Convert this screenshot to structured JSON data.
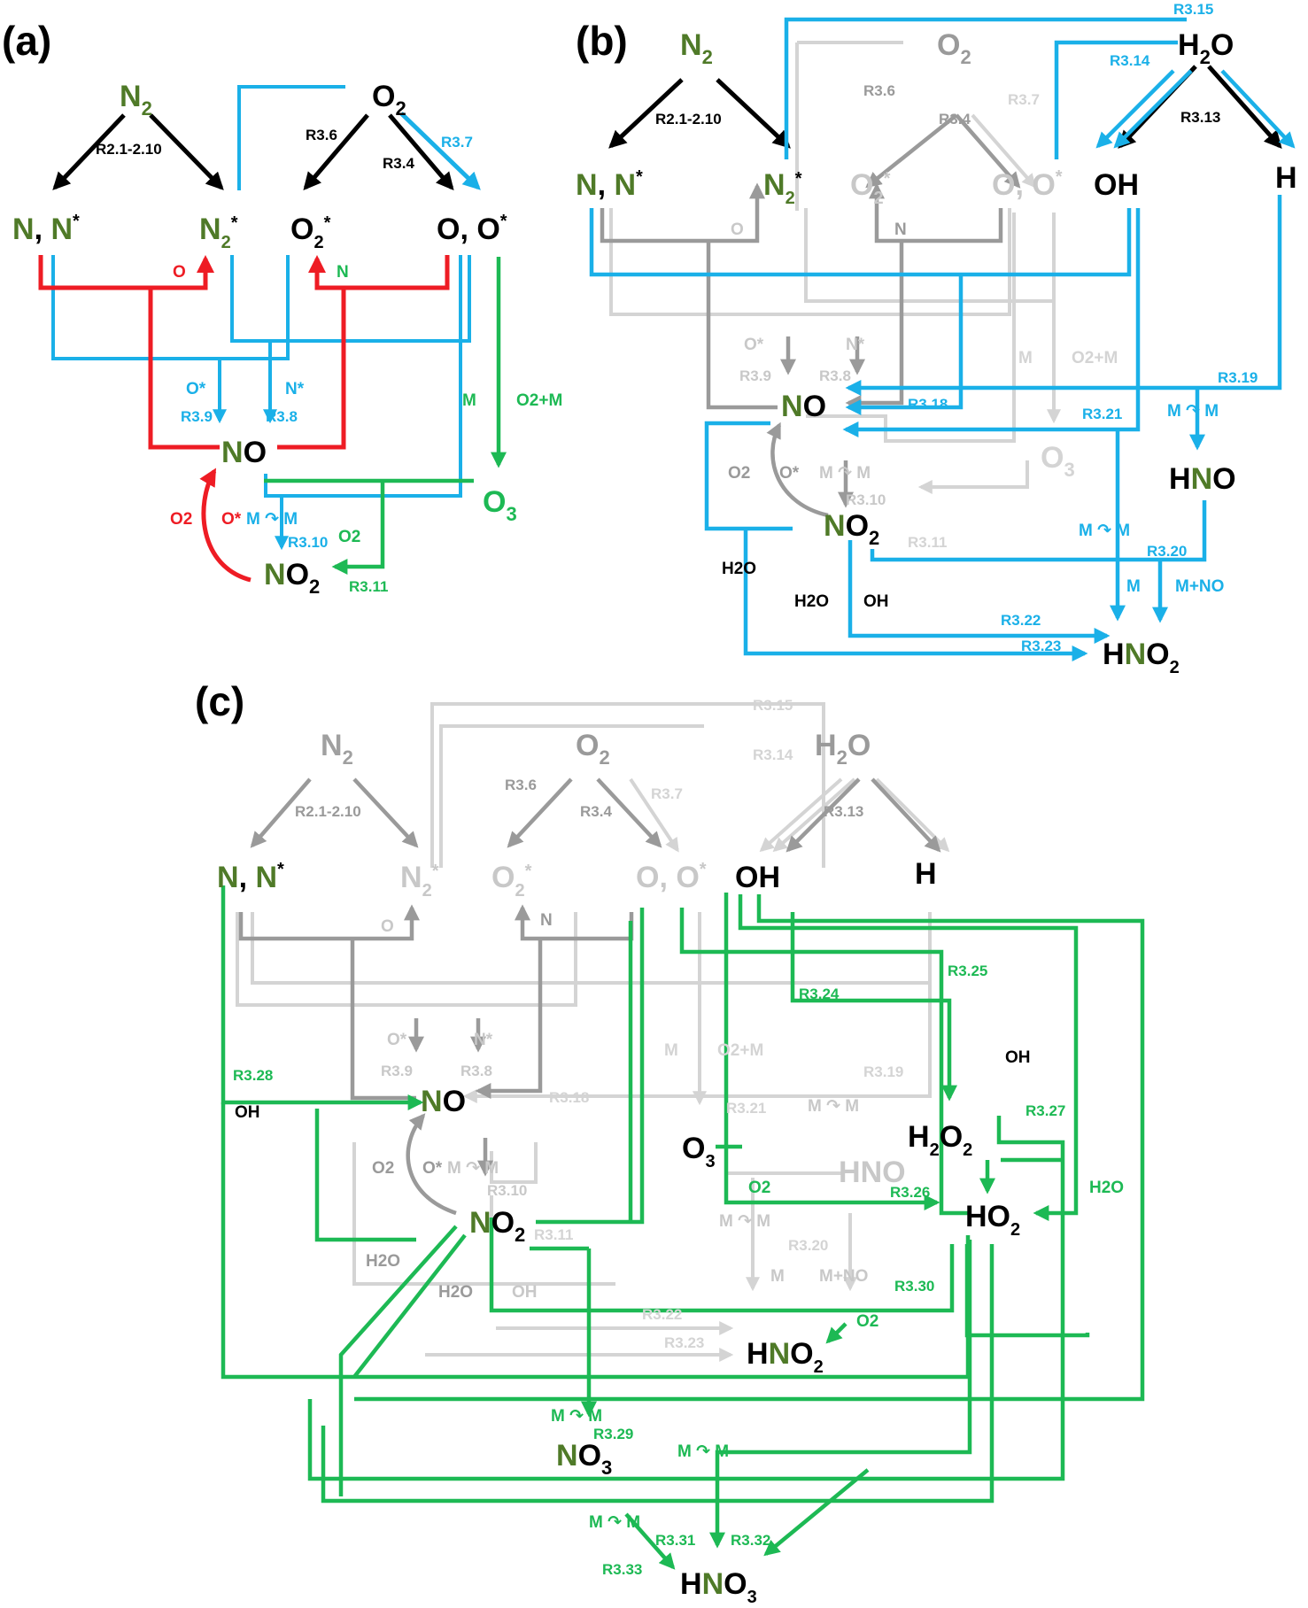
{
  "panels": {
    "a": "(a)",
    "b": "(b)",
    "c": "(c)"
  },
  "colors": {
    "black": "#000000",
    "blue": "#1ab0e8",
    "red": "#ee1c24",
    "green": "#1db954",
    "gray": "#9a9a9a",
    "light": "#d4d4d4",
    "n_green": "#4f7a28"
  },
  "reaction_labels": {
    "r2": "R2.1-2.10",
    "r34": "R3.4",
    "r36": "R3.6",
    "r37": "R3.7",
    "r38": "R3.8",
    "r39": "R3.9",
    "r310": "R3.10",
    "r311": "R3.11",
    "r313": "R3.13",
    "r314": "R3.14",
    "r315": "R3.15",
    "r318": "R3.18",
    "r319": "R3.19",
    "r320": "R3.20",
    "r321": "R3.21",
    "r322": "R3.22",
    "r323": "R3.23",
    "r324": "R3.24",
    "r325": "R3.25",
    "r326": "R3.26",
    "r327": "R3.27",
    "r328": "R3.28",
    "r329": "R3.29",
    "r330": "R3.30",
    "r331": "R3.31",
    "r332": "R3.32",
    "r333": "R3.33"
  },
  "catalysts": {
    "o": "O",
    "n": "N",
    "o_star": "O*",
    "n_star": "N*",
    "m": "M",
    "m_m": "M ↷ M",
    "o2_m": "O2+M",
    "o2": "O2",
    "h2o": "H2O",
    "oh": "OH",
    "m_no": "M+NO"
  },
  "species": {
    "n2": "N2",
    "o2": "O2",
    "h2o": "H2O",
    "n_nstar": "N, N*",
    "n2star": "N2*",
    "o2star": "O2*",
    "o_ostar": "O, O*",
    "oh": "OH",
    "h": "H",
    "no": "NO",
    "no2": "NO2",
    "o3": "O3",
    "hno": "HNO",
    "hno2": "HNO2",
    "h2o2": "H2O2",
    "ho2": "HO2",
    "no3": "NO3",
    "hno3": "HNO3"
  }
}
